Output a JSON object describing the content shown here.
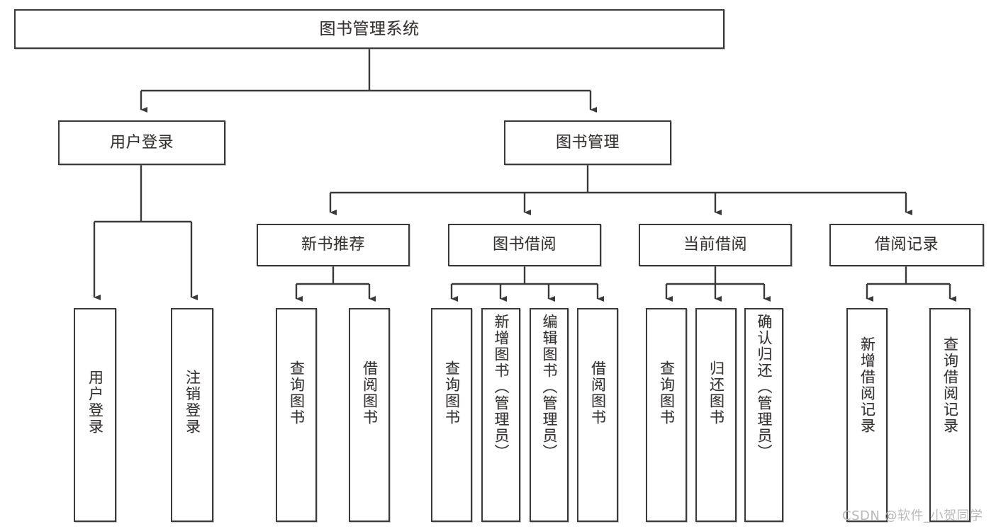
{
  "diagram": {
    "type": "tree-hierarchy",
    "title": "图书管理系统",
    "orientation": "top-down",
    "colors": {
      "box_border": "#3a3a3a",
      "box_fill": "#ffffff",
      "connector": "#3a3a3a",
      "text": "#333333",
      "watermark": "#b9b9b9"
    },
    "nodes": {
      "root": {
        "label": "图书管理系统",
        "level": 0
      },
      "level1": [
        {
          "id": "user-login",
          "label": "用户登录"
        },
        {
          "id": "book-management",
          "label": "图书管理"
        }
      ],
      "level2": [
        {
          "id": "new-book-recommend",
          "label": "新书推荐",
          "parent": "book-management"
        },
        {
          "id": "book-borrow",
          "label": "图书借阅",
          "parent": "book-management"
        },
        {
          "id": "current-borrow",
          "label": "当前借阅",
          "parent": "book-management"
        },
        {
          "id": "borrow-record",
          "label": "借阅记录",
          "parent": "book-management"
        }
      ],
      "leaves": [
        {
          "id": "leaf-user-login",
          "label": "用户登录",
          "parent": "user-login"
        },
        {
          "id": "leaf-logout-login",
          "label": "注销登录",
          "parent": "user-login"
        },
        {
          "id": "leaf-query-book-1",
          "label": "查询图书",
          "parent": "new-book-recommend"
        },
        {
          "id": "leaf-borrow-book-1",
          "label": "借阅图书",
          "parent": "new-book-recommend"
        },
        {
          "id": "leaf-query-book-2",
          "label": "查询图书",
          "parent": "book-borrow"
        },
        {
          "id": "leaf-add-book",
          "label": "新增图书（管理员）",
          "parent": "book-borrow"
        },
        {
          "id": "leaf-edit-book",
          "label": "编辑图书（管理员）",
          "parent": "book-borrow"
        },
        {
          "id": "leaf-borrow-book-2",
          "label": "借阅图书",
          "parent": "book-borrow"
        },
        {
          "id": "leaf-query-book-3",
          "label": "查询图书",
          "parent": "current-borrow"
        },
        {
          "id": "leaf-return-book",
          "label": "归还图书",
          "parent": "current-borrow"
        },
        {
          "id": "leaf-confirm-return",
          "label": "确认归还（管理员）",
          "parent": "current-borrow"
        },
        {
          "id": "leaf-add-record",
          "label": "新增借阅记录",
          "parent": "borrow-record"
        },
        {
          "id": "leaf-query-record",
          "label": "查询借阅记录",
          "parent": "borrow-record"
        }
      ]
    },
    "watermark": "CSDN @软件_小贺同学"
  }
}
